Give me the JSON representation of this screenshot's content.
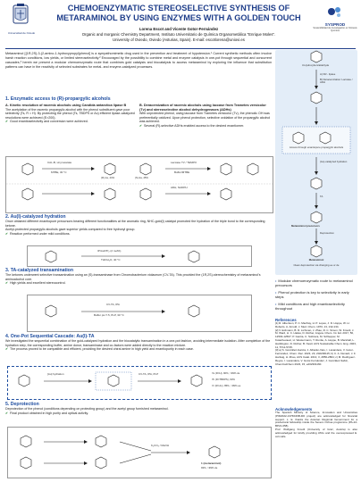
{
  "colors": {
    "accent": "#1f4ea0",
    "title": "#1f3e8a",
    "panel": "#e3edf8",
    "check": "#2e8b3a",
    "red": "#c0392b"
  },
  "header": {
    "university_name": "Universidad de Oviedo",
    "title_line1": "CHEMOENZYMATIC STEREOSELECTIVE SYNTHESIS OF",
    "title_line2": "METARAMINOL BY USING ENZYMES WITH A GOLDEN TOUCH",
    "authors": "Lorena Escot and Vicente Gotor-Fernández",
    "affiliation": "Organic and Inorganic Chemistry Department, Instituto Universitario de Química Organometálica \"Enrique Moles\".",
    "address": "University of Oviedo, Oviedo (Asturias, Spain). E-mail: escotlorena@uniovi.es",
    "brand_name": "SYSPROD",
    "brand_sub": "Sostenibilidad de Investigación en Síntesis Química"
  },
  "intro": "Metaraminol [(1R,2S)-3-(2-amino-1-hydroxypropyl)phenol] is a sympathomimetic drug used in the prevention and treatment of hypotension.¹ Current synthetic methods often involve harsh reaction conditions, low yields, or limited stereoselectivity.² Encouraged by the possibility to combine metal and enzyme catalysis in one-pot through sequential and concurrent cascades,³ herein we present a modular chemoenzymatic route that combines gold catalysis and biocatalysis to access metaraminol by exploring the influence that substitution patterns can have in the reactivity of selected substrates for metal- and enzyme-catalyzed processes.",
  "sections": {
    "s1": "1.  Enzymatic access to (R)-propargylic alcohols",
    "s1a_title": "A.  Kinetic resolution of racemic alcohols using Candida antarctica lipase B",
    "s1a_text": "The acetylation of the racemic propargylic alcohol with the phenol substituent gave poor selectivity (Ts, R = H). By protecting the phenol (Ts, TBDPS or Ac) efficient lipase-catalyzed resolutions were achieved (E>200).",
    "s1a_check": "Good enantioselectivity and conversion were achieved.",
    "s1b_title": "B.  Deracemization of racemic alcohols using laccase from Trametes versicolor (Tv) and stereoselective alcohol dehydrogenases (ADHs)",
    "s1b_text": "With unprotected phenol, using laccase from Trametes versicolor (Tv), the phenolic OH was preferentially oxidized. Upon phenol protection, selective oxidation of the propargylic alcohol was achieved.",
    "s1b_check": "Several (R)-selective ADHs enabled access to the desired enantiomer.",
    "s2": "2.  Au(I)-catalyzed hydration",
    "s2_text": "Once obtained different enantiopure precursors bearing different functionalities at the aromatic ring, NHC-gold(I) catalyst promoted the hydration of the triple bond to the corresponding ketone.",
    "s2_text2": "Acetyl-protected propargylic alcohols gave superior yields compared to free hydroxyl group.",
    "s2_check": "Reaction performed under mild conditions.",
    "s3": "3.  TA-catalyzed transamination",
    "s3_text": "The ketones underwent selective transamination using an (S)-transaminase from Chromobacterium violaceum (CV-TA). This provided the (1R,2S)-stereochemistry of metaraminol's aminoalcohol core.",
    "s3_check": "High yields and excellent stereocontrol.",
    "s4": "4.  One-Pot Sequential Cascade: Au(I)-TA",
    "s4_text": "We investigated the sequential combination of the gold-catalyzed hydration and the biocatalytic transamination in a one-pot fashion, avoiding intermediate isolation. After completion of the hydration step, the corresponding buffer, amine donor, transaminase and co-factors were added directly to the reaction mixture.",
    "s4_check": "The process proved to be compatible and efficient, providing the desired chiral amine in high yield and enantiopurity in each case.",
    "s5": "5.  Deprotection",
    "s5_text": "Deprotection of the phenol (conditions depending on protecting group) and the acetyl group furnished metaraminol.",
    "s5_check": "Final product obtained in high purity and optical activity."
  },
  "schemes": {
    "s1a_reagents": "CAL-B, vinyl acetate",
    "s1a_cond": "MTBE, 30 °C",
    "s1a_results": [
      "(R)-1a, 44%",
      "(S)-2a, 45%"
    ],
    "s1b_reagents": [
      "Laccase TV / TEMPO",
      "Buffer/MTBE",
      "ADH, NADPH"
    ],
    "s2_reagents": "IPrAuNTf₂ (2 mol%)",
    "s2_cond": "THF/H₂O, 40 °C",
    "s3_reagents": "CV-TA, IPA",
    "s3_cond": "Buffer pH 7.5, PLP, 30 °C",
    "s4_step1": "[Au] hydration",
    "s4_step2": "CV-TA, IPA, PLP",
    "s4_results": [
      "7a (R=H), 90%, >99% de",
      "7b (R=TBDPS), 93%",
      "7c (R=Ac), 85%, >99% ee"
    ],
    "s5_reagents": "K₂CO₃ / MeOH",
    "s5_product": "1 (metaraminol)",
    "s5_yield": "93%, >99% de"
  },
  "right_panel": {
    "start_label": "3-Hydroxybenzaldehyde",
    "step_a": "A) KR - lipase",
    "step_b": "B) Deracemization: Laccase / ADH",
    "label_precursors": "Access through enantiopure propargylic alcohols",
    "label_hydration": "(Au)-catalyzed hydration",
    "label_ta": "TA",
    "label_meta": "Metaraminol precursors",
    "label_deprot": "Deprotection",
    "label_final": "Metaraminol",
    "label_final_sub": "Clean deprotection via changing ee or de"
  },
  "conclusions": [
    "Modular chemoenzymatic route to metaraminol precursors",
    "Phenol protection is key to selectivity in early steps",
    "Mild conditions and high enantioselectivity throughout"
  ],
  "references_heading": "References",
  "references": [
    "[1] R. Albertson, P. C. MacKay, H. P. Lopes, J. D. Hoppe, W. H. Roberts, A. Arnold, J. Med. Chem. 1970, 13, 132-134.",
    "[2] V. Erdmann, B. R. Lichman, J. Zhao, R. C. Simon, W. Kroutil, J. M. Ward, H. C. Hailes, D. Rother, Angew. Chem. Int. Ed. 2017, 56, 12503-12507; P. Garcia, C. Sobriera, M. Schlepper, M. Kotachevaeic, H. Westermann, T. Runtte, A. Hoppe, B. Marshall, L. Hanllington, D. Rother, B. Nestl, ACS Sustainable Chem. Eng. 2023, 11, 5711-5725.",
    "[3] a) S. González-García, J. Albarán-Velo, I. Lavandera, V. Gotor-Fernández, Chem. Rec. 2023, 23, 202200115; b) C. A. Denard, J. F. Hartwig, H. Zhao, ACS Catal. 2013, 3, 2856-2864; c) M. Rodríguez-Reyes, I. Lavandera, V. Gotor-Fernández, J. González-Sabín, ChemCatChem 2023, 15, e202301160."
  ],
  "ack_heading": "Acknowledgements",
  "ack_text": "The Spanish Ministry of Science, Innovation and Universities (PID2022-137664NB-I00 project) are acknowledged for financial support. L. E. thanks the Asturian Regional Government for a predoctoral fellowship inside the Severo Ochoa programme (PA-22-BP21-058).",
  "ack_text2": "Prof. Wolfgang Kroutil (University of Graz, Austria) is also acknowledged for kindly providing ATAs and the overexpressed E. coli cells."
}
